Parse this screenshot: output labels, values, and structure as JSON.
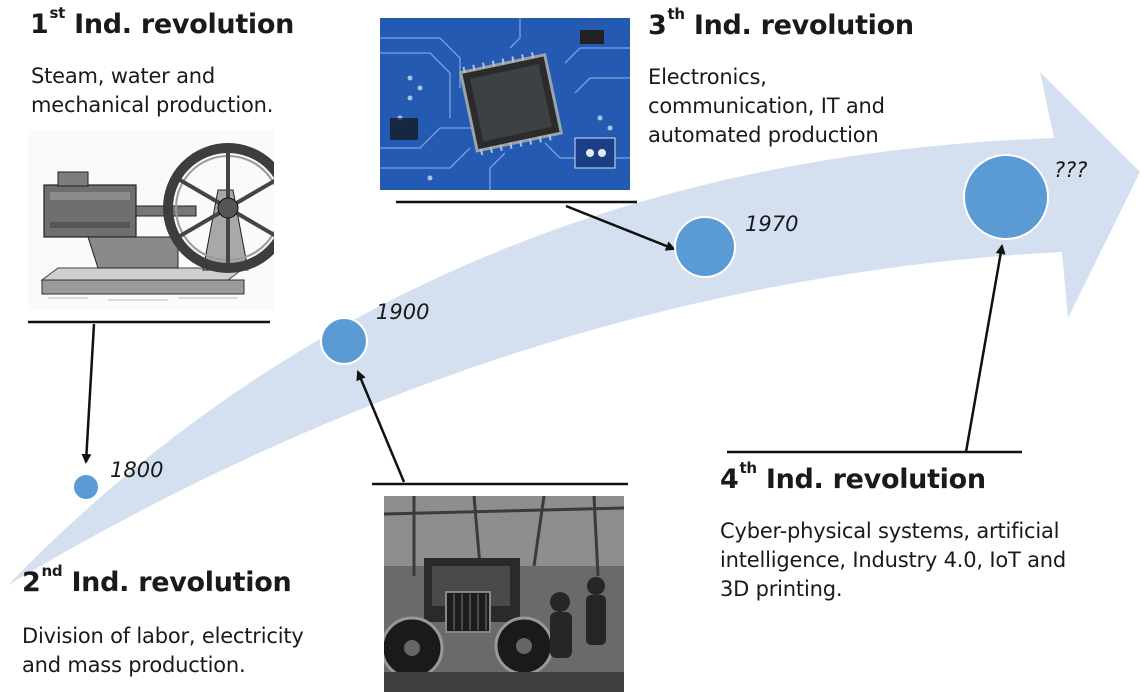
{
  "revolutions": [
    {
      "num": "1",
      "suffix": "st",
      "title": "Ind. revolution",
      "desc": "Steam, water and\nmechanical production."
    },
    {
      "num": "2",
      "suffix": "nd",
      "title": "Ind. revolution",
      "desc": "Division of labor, electricity\nand mass production."
    },
    {
      "num": "3",
      "suffix": "th",
      "title": "Ind. revolution",
      "desc": "Electronics,\ncommunication, IT and\nautomated production"
    },
    {
      "num": "4",
      "suffix": "th",
      "title": "Ind. revolution",
      "desc": "Cyber-physical systems, artificial\nintelligence, Industry 4.0, IoT and\n3D printing."
    }
  ],
  "timeline": {
    "milestones": [
      "1800",
      "1900",
      "1970",
      "???"
    ]
  },
  "images": {
    "steam_engine": "steam-engine-illustration",
    "circuit_board": "circuit-board-photo",
    "assembly_line": "car-assembly-line-photo"
  },
  "colors": {
    "arrow": "#d4dff0",
    "milestone": "#5b9bd5",
    "milestone_border": "#ffffff",
    "text": "#1a1a1a"
  }
}
